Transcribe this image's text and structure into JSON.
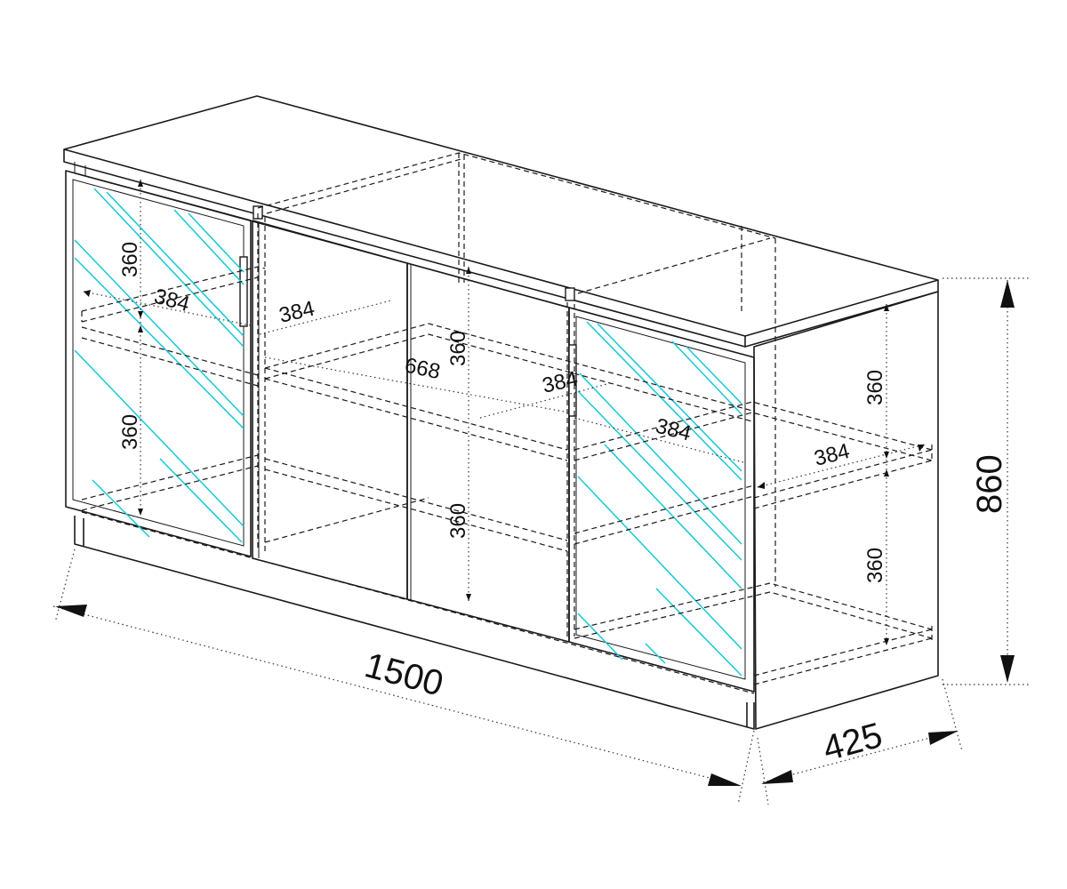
{
  "dimensions": {
    "overall_width": "1500",
    "overall_height": "860",
    "overall_depth": "425",
    "left_section": {
      "upper_height": "360",
      "lower_height": "360",
      "shelf_depth": "384"
    },
    "middle_section": {
      "shelf_width": "668",
      "upper_height": "360",
      "lower_height": "360",
      "shelf_depth_a": "384",
      "shelf_depth_b": "384"
    },
    "right_section": {
      "shelf_depth_a": "384",
      "shelf_depth_b": "384",
      "upper_height": "360",
      "lower_height": "360"
    }
  },
  "colors": {
    "line": "#1a1a1a",
    "glass": "#14c9d4",
    "background": "#ffffff"
  }
}
